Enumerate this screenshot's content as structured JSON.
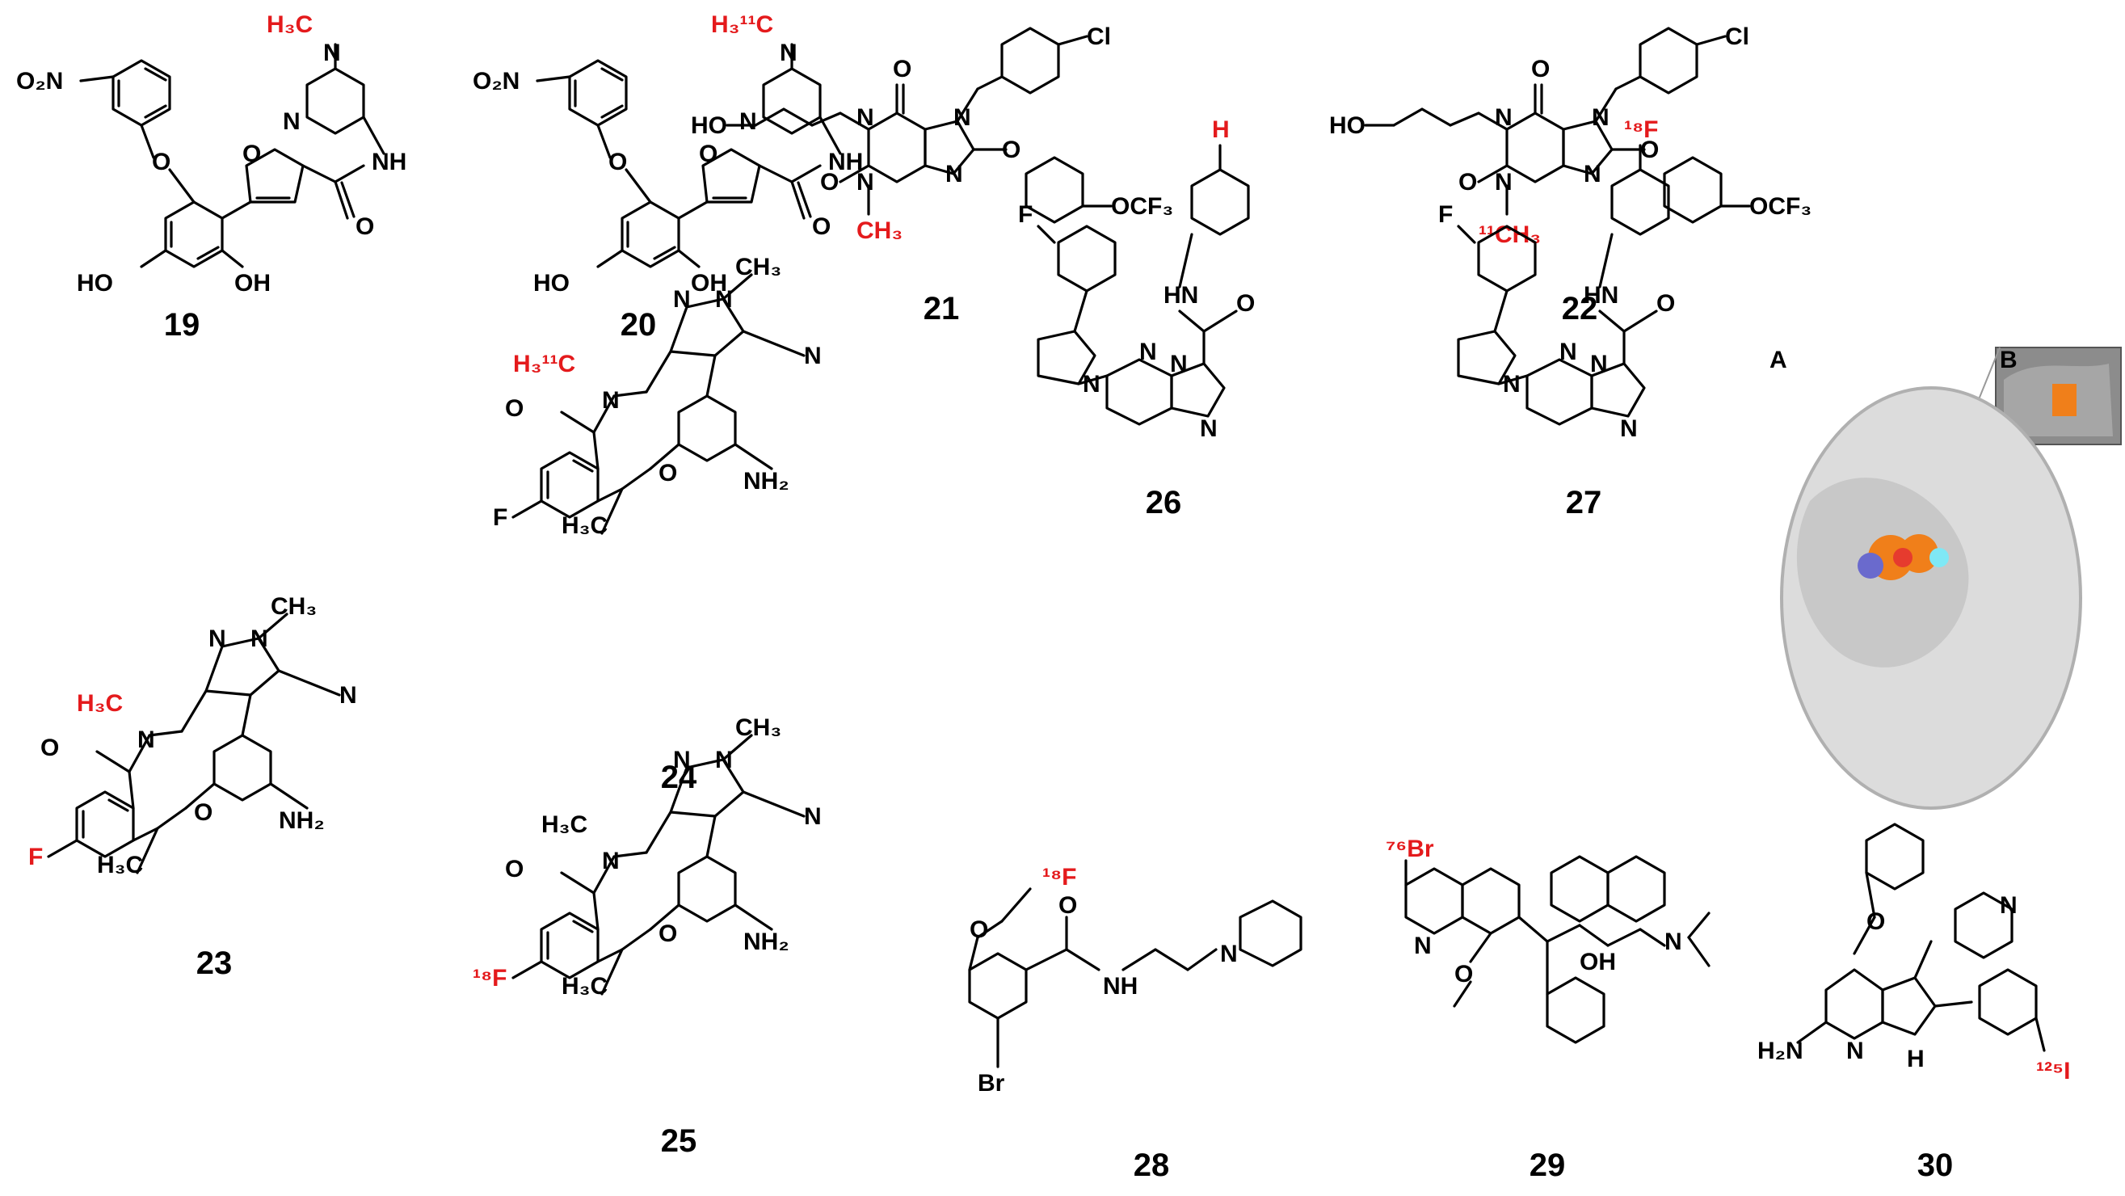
{
  "compounds": [
    {
      "id": "19",
      "label": "19"
    },
    {
      "id": "20",
      "label": "20"
    },
    {
      "id": "21",
      "label": "21"
    },
    {
      "id": "22",
      "label": "22"
    },
    {
      "id": "23",
      "label": "23"
    },
    {
      "id": "24",
      "label": "24"
    },
    {
      "id": "25",
      "label": "25"
    },
    {
      "id": "26",
      "label": "26"
    },
    {
      "id": "27",
      "label": "27"
    },
    {
      "id": "28",
      "label": "28"
    },
    {
      "id": "29",
      "label": "29"
    },
    {
      "id": "30",
      "label": "30"
    }
  ],
  "atoms": {
    "o2n": "O₂N",
    "o": "O",
    "n": "N",
    "nh": "NH",
    "hn": "HN",
    "ho": "HO",
    "oh": "OH",
    "cl": "Cl",
    "ocf3": "OCF₃",
    "f": "F",
    "br": "Br",
    "h": "H",
    "nh2": "NH₂",
    "h2n": "H₂N",
    "ch3": "CH₃",
    "h3c": "H₃C",
    "h3c_label": "H₃C",
    "h3_11c": "H₃¹¹C",
    "ch3_11": "¹¹CH₃",
    "f18": "¹⁸F",
    "br76": "⁷⁶Br",
    "i125": "¹²⁵I",
    "nn": "N"
  },
  "panels": {
    "a": "A",
    "b": "B"
  },
  "colors": {
    "label_red": "#e41a1c",
    "bond": "#000000",
    "protein": "#bdbdbd",
    "ligand": "#f07f1a"
  }
}
